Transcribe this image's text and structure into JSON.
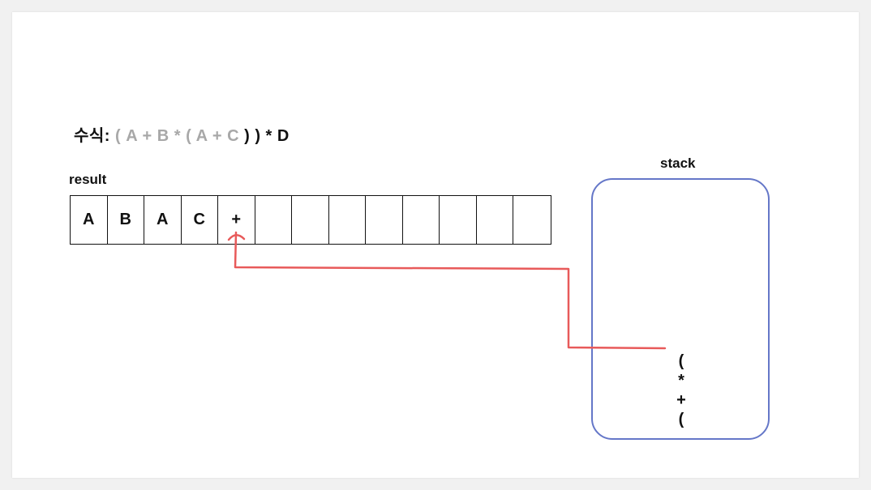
{
  "expression": {
    "label": "수식:",
    "tokens": [
      {
        "text": "(",
        "processed": true
      },
      {
        "text": "A",
        "processed": true
      },
      {
        "text": "+",
        "processed": true
      },
      {
        "text": "B",
        "processed": true
      },
      {
        "text": "*",
        "processed": true
      },
      {
        "text": "(",
        "processed": true
      },
      {
        "text": "A",
        "processed": true
      },
      {
        "text": "+",
        "processed": true
      },
      {
        "text": "C",
        "processed": true
      },
      {
        "text": ")",
        "processed": false
      },
      {
        "text": ")",
        "processed": false
      },
      {
        "text": "*",
        "processed": false
      },
      {
        "text": "D",
        "processed": false
      }
    ]
  },
  "result": {
    "label": "result",
    "cells": [
      "A",
      "B",
      "A",
      "C",
      "+",
      "",
      "",
      "",
      "",
      "",
      "",
      "",
      ""
    ]
  },
  "stack": {
    "label": "stack",
    "items": [
      "(",
      "*",
      "+",
      "("
    ]
  },
  "colors": {
    "processed_text": "#a8a8a8",
    "stack_border": "#6577c8",
    "arrow": "#e85a5a"
  }
}
